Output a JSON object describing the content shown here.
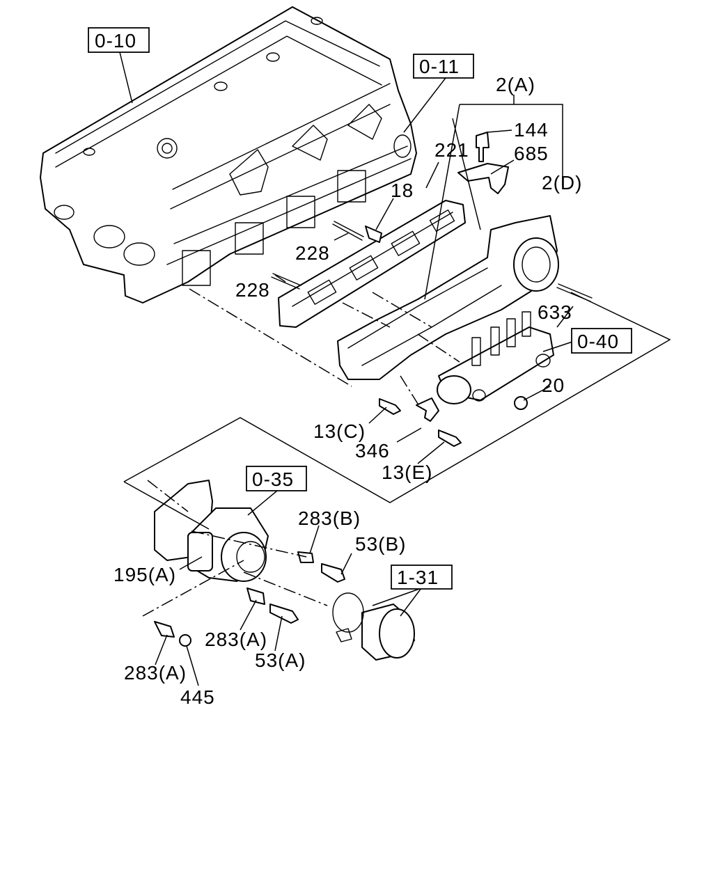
{
  "references": {
    "cylinder_head": "0-10",
    "gasket": "0-11",
    "fuel_rail": "0-40",
    "throttle_body": "0-35",
    "hose": "1-31"
  },
  "labels": {
    "p2a": "2(A)",
    "p144": "144",
    "p221": "221",
    "p685": "685",
    "p2d": "2(D)",
    "p18": "18",
    "p228a": "228",
    "p228b": "228",
    "p633": "633",
    "p20": "20",
    "p13c": "13(C)",
    "p346": "346",
    "p13e": "13(E)",
    "p283b": "283(B)",
    "p53b": "53(B)",
    "p195a": "195(A)",
    "p283a_mid": "283(A)",
    "p53a": "53(A)",
    "p283a_low": "283(A)",
    "p445": "445"
  }
}
